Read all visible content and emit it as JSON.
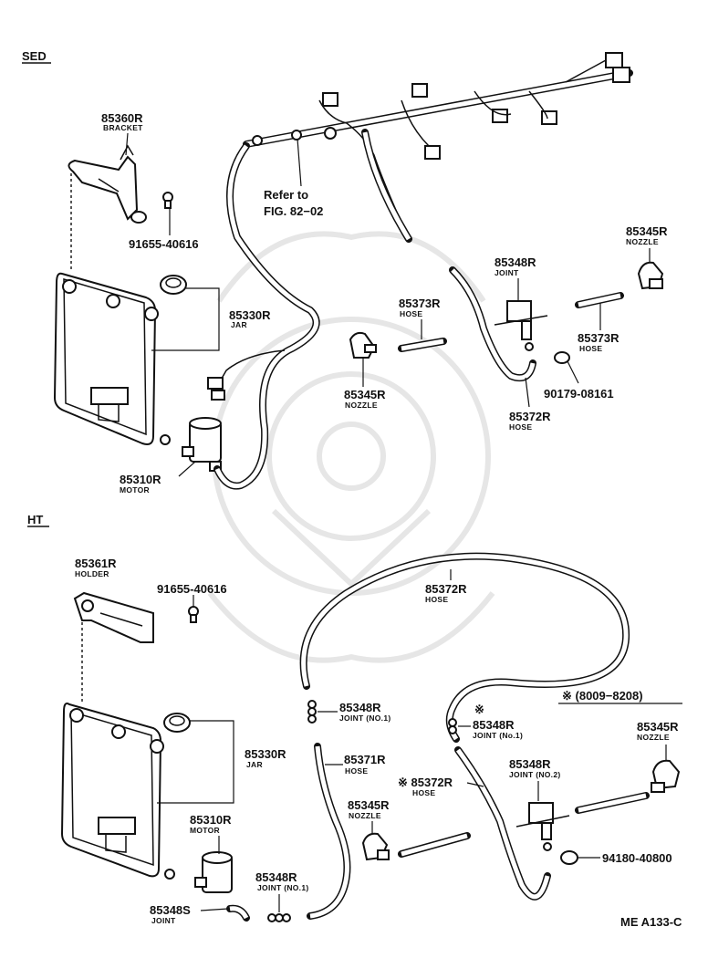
{
  "sections": {
    "sed": "SED",
    "ht": "HT"
  },
  "sed": {
    "bracket": {
      "part": "85360R",
      "desc": "BRACKET"
    },
    "bolt": {
      "part": "91655-40616"
    },
    "refer_line1": "Refer to",
    "refer_line2": "FIG. 82−02",
    "jar": {
      "part": "85330R",
      "desc": "JAR"
    },
    "motor": {
      "part": "85310R",
      "desc": "MOTOR"
    },
    "nozzle_left": {
      "part": "85345R",
      "desc": "NOZZLE"
    },
    "hose_mid": {
      "part": "85373R",
      "desc": "HOSE"
    },
    "joint": {
      "part": "85348R",
      "desc": "JOINT"
    },
    "nozzle_right": {
      "part": "85345R",
      "desc": "NOZZLE"
    },
    "hose_right": {
      "part": "85373R",
      "desc": "HOSE"
    },
    "clip": {
      "part": "90179-08161"
    },
    "hose_long": {
      "part": "85372R",
      "desc": "HOSE"
    }
  },
  "ht": {
    "holder": {
      "part": "85361R",
      "desc": "HOLDER"
    },
    "bolt": {
      "part": "91655-40616"
    },
    "hose_long": {
      "part": "85372R",
      "desc": "HOSE"
    },
    "joint_no1_top": {
      "part": "85348R",
      "desc": "JOINT (NO.1)"
    },
    "date_note": "※ (8009−8208)",
    "joint_no1_right_mark": "※",
    "joint_no1_right": {
      "part": "85348R",
      "desc": "JOINT (No.1)"
    },
    "nozzle_right": {
      "part": "85345R",
      "desc": "NOZZLE"
    },
    "jar": {
      "part": "85330R",
      "desc": "JAR"
    },
    "hose_mid": {
      "part": "85371R",
      "desc": "HOSE"
    },
    "hose_star": {
      "part": "※ 85372R",
      "desc": "HOSE"
    },
    "joint_no2": {
      "part": "85348R",
      "desc": "JOINT (NO.2)"
    },
    "motor": {
      "part": "85310R",
      "desc": "MOTOR"
    },
    "nozzle_left": {
      "part": "85345R",
      "desc": "NOZZLE"
    },
    "clip": {
      "part": "94180-40800"
    },
    "joint_no1_bottom": {
      "part": "85348R",
      "desc": "JOINT (NO.1)"
    },
    "joint_s": {
      "part": "85348S",
      "desc": "JOINT"
    }
  },
  "figure_code": "ME A133-C"
}
